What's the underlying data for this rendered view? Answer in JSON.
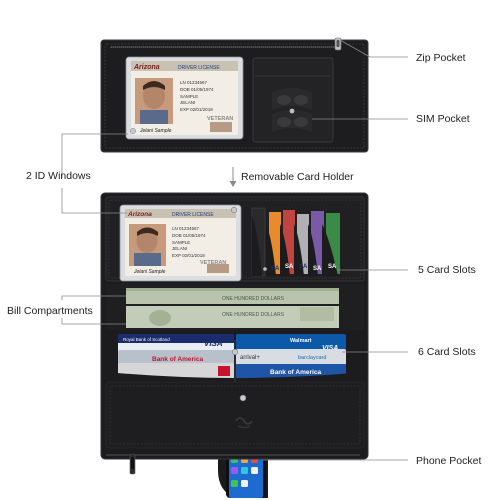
{
  "callouts": {
    "zip_pocket": "Zip Pocket",
    "sim_pocket": "SIM Pocket",
    "id_windows": "2 ID Windows",
    "removable_card_holder": "Removable Card Holder",
    "card_slots_5": "5 Card Slots",
    "bill_compartments": "Bill Compartments",
    "card_slots_6": "6 Card Slots",
    "phone_pocket": "Phone Pocket"
  },
  "id_card": {
    "state": "Arizona",
    "type": "DRIVER LICENSE",
    "first_name": "JELANI",
    "last_name": "SAMPLE",
    "veteran": "VETERAN"
  },
  "cards": {
    "visa": "VISA",
    "bank_of_america": "Bank of America",
    "arrival": "arrival+",
    "barclaycard": "barclaycard",
    "walmart": "Walmart",
    "royal_bank": "Royal Bank of Scotland",
    "sa": "SA"
  },
  "bill_text": "ONE HUNDRED DOLLARS",
  "colors": {
    "leather": "#1c1c1e",
    "leather_edge": "#333336",
    "stitch": "#505054",
    "pointer": "#8a8a8a"
  },
  "icons": [
    "zip-puller-icon",
    "snap-button-icon",
    "brand-logo-icon",
    "phone-icon"
  ]
}
